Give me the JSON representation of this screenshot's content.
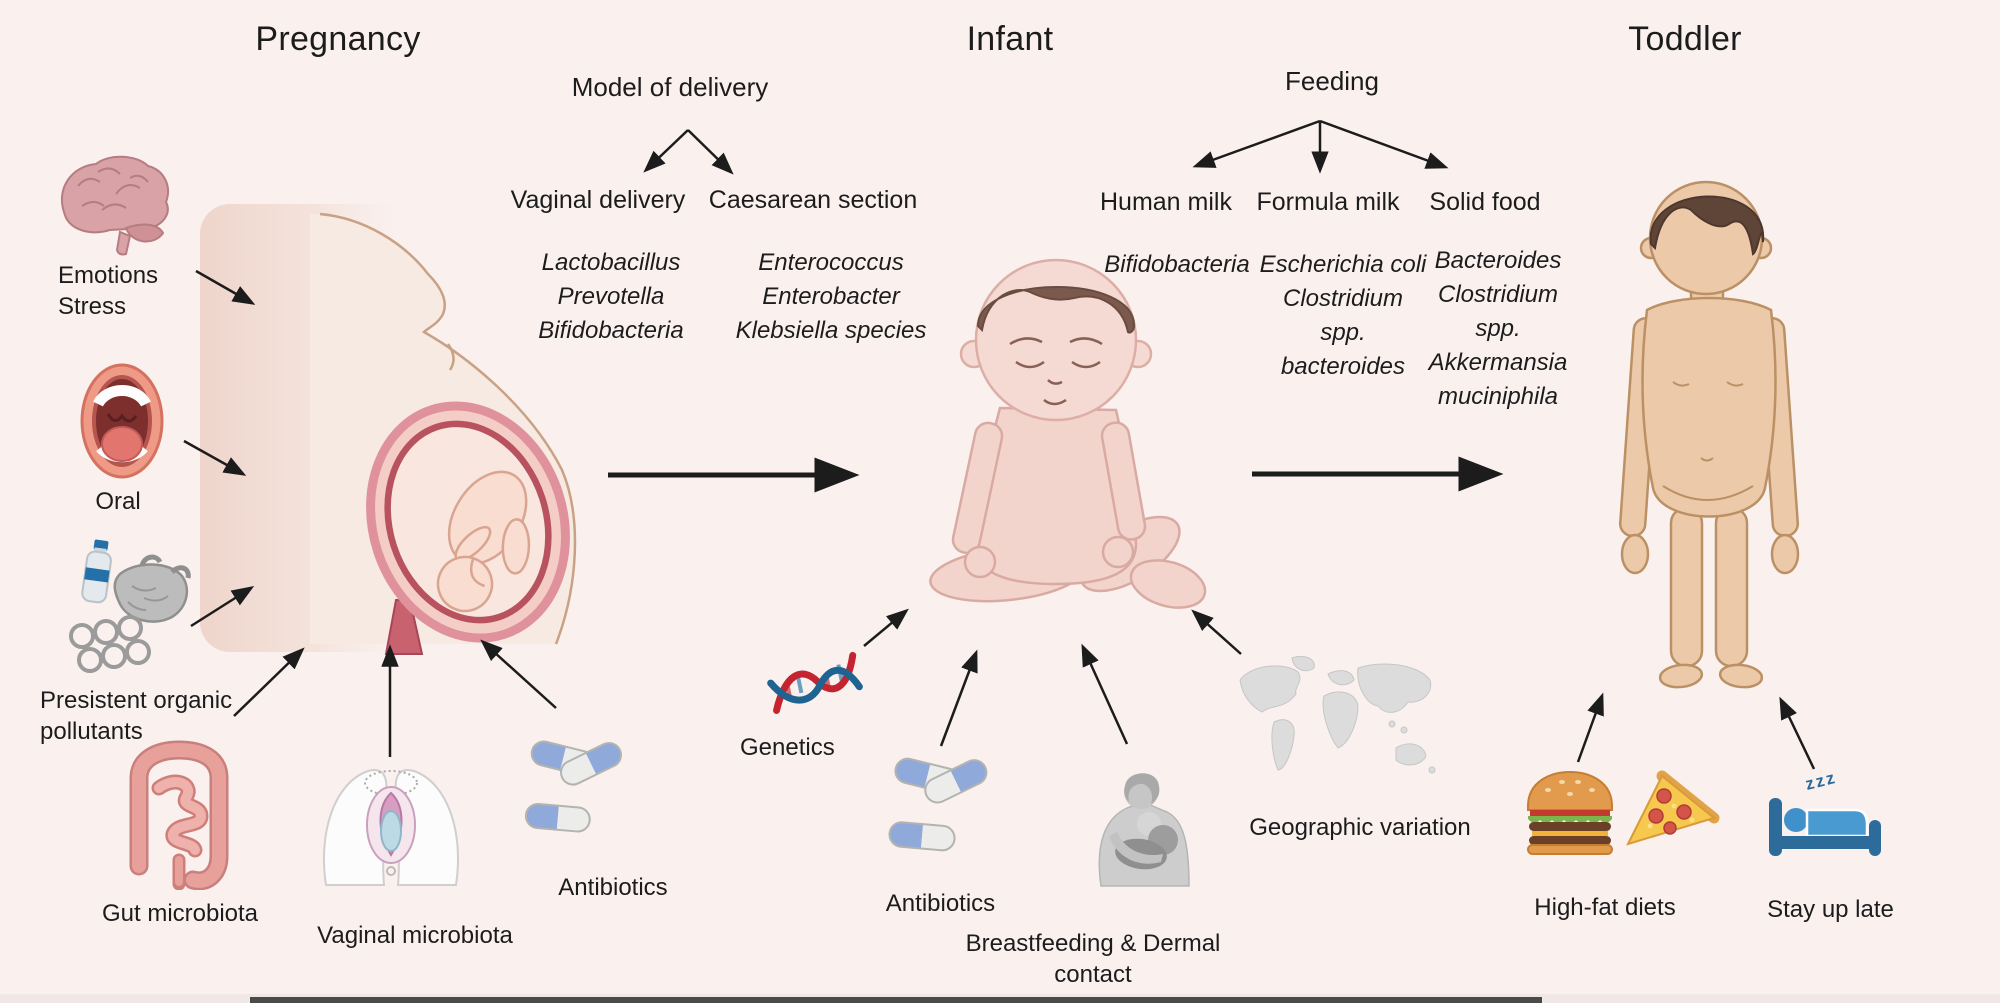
{
  "stage_titles": {
    "pregnancy": "Pregnancy",
    "infant": "Infant",
    "toddler": "Toddler"
  },
  "delivery": {
    "title": "Model of delivery",
    "vaginal": {
      "label": "Vaginal delivery",
      "bacteria": [
        "Lactobacillus",
        "Prevotella",
        "Bifidobacteria"
      ]
    },
    "caesarean": {
      "label": "Caesarean section",
      "bacteria": [
        "Enterococcus",
        "Enterobacter",
        "Klebsiella species"
      ]
    }
  },
  "feeding": {
    "title": "Feeding",
    "human_milk": {
      "label": "Human milk",
      "bacteria": [
        "Bifidobacteria"
      ]
    },
    "formula_milk": {
      "label": "Formula milk",
      "bacteria": [
        "Escherichia coli",
        "Clostridium spp.",
        "bacteroides"
      ]
    },
    "solid_food": {
      "label": "Solid food",
      "bacteria": [
        "Bacteroides",
        "Clostridium spp.",
        "Akkermansia muciniphila"
      ]
    }
  },
  "pregnancy_factors": {
    "emotions": "Emotions\nStress",
    "oral": "Oral",
    "pollutants": "Presistent organic\npollutants",
    "gut_microbiota": "Gut microbiota",
    "vaginal_microbiota": "Vaginal microbiota",
    "antibiotics": "Antibiotics"
  },
  "infant_factors": {
    "genetics": "Genetics",
    "antibiotics": "Antibiotics",
    "breastfeeding": "Breastfeeding & Dermal contact",
    "geographic": "Geographic variation"
  },
  "toddler_factors": {
    "high_fat": "High-fat diets",
    "stay_up_late": "Stay up late",
    "zzz": "zzz"
  },
  "icons": {
    "brain-icon": "pink brain",
    "mouth-icon": "open mouth",
    "pollutants-icon": "plastic bottle, bag, six-pack rings",
    "intestine-icon": "gut / intestines",
    "vulva-icon": "vaginal microbiota",
    "pills-icon": "blue-white antibiotic capsules",
    "dna-icon": "red-blue DNA helix",
    "breastfeeding-icon": "grayscale mother nursing baby",
    "world-map-icon": "gray world map",
    "burger-icon": "hamburger",
    "pizza-icon": "pizza slice",
    "bed-icon": "person sleeping in blue bed"
  },
  "colors": {
    "background": "#faf1ef",
    "text": "#1c1c1c",
    "arrow": "#1c1c1c",
    "pill_blue": "#8fa9da",
    "bed_blue": "#2d6b9b",
    "blanket_blue": "#4a9ad2",
    "map_gray": "#dcdcdc",
    "brain_pink": "#d9a2a6",
    "skin_infant": "#f4d9d3",
    "skin_toddler": "#eccaa9",
    "uterus_red": "#b8525f",
    "dna_red": "#c3242f",
    "dna_blue": "#1f6391",
    "bottom_bar": "#4a4a49"
  }
}
